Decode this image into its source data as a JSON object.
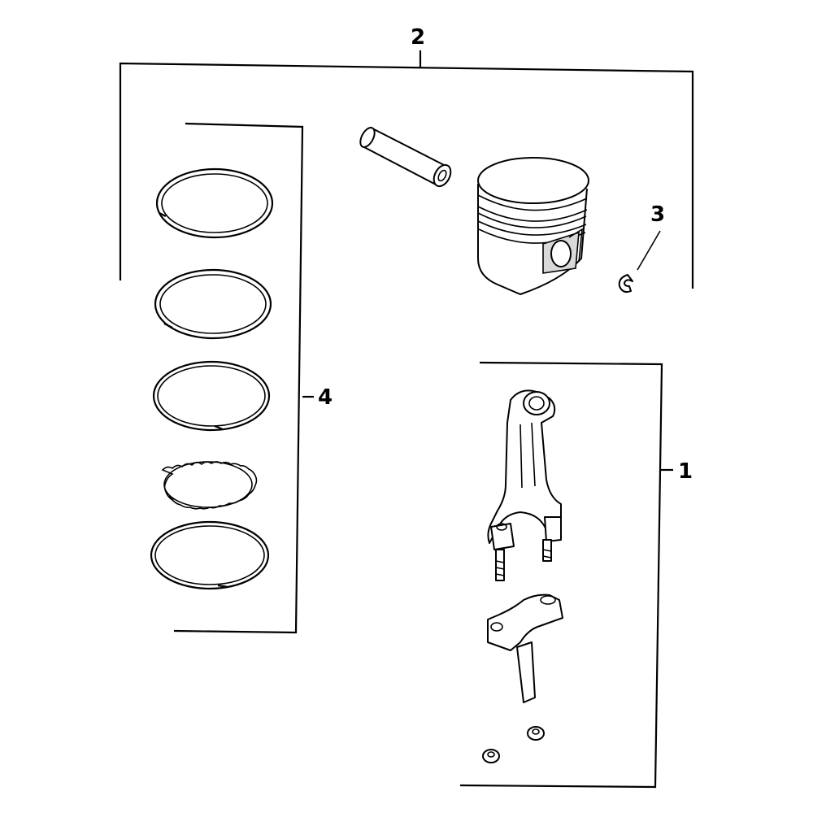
{
  "callouts": {
    "c1": "1",
    "c2": "2",
    "c3": "3",
    "c4": "4"
  },
  "parts": [
    {
      "callout": "1",
      "icon": "connecting-rod-icon"
    },
    {
      "callout": "2",
      "icon": "piston-assembly-icon"
    },
    {
      "callout": "3",
      "icon": "retaining-clip-icon"
    },
    {
      "callout": "4",
      "icon": "piston-ring-set-icon"
    }
  ],
  "colors": {
    "line": "#000000",
    "background": "#ffffff"
  }
}
